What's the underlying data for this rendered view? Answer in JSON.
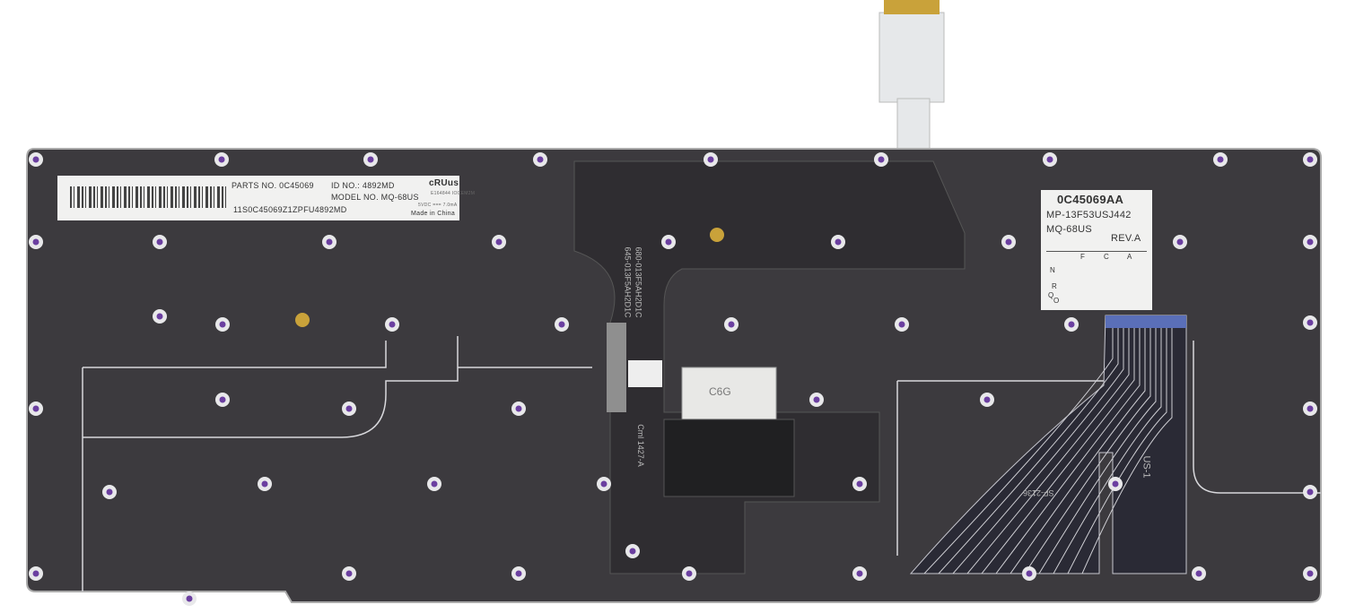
{
  "product_label": {
    "parts_no": "PARTS NO. 0C45069",
    "id_no": "ID NO.: 4892MD",
    "model_no": "MODEL NO. MQ-68US",
    "serial": "11S0C45069Z1ZPFU4892MD",
    "cert_mark": "cRUus",
    "cert_codes": "E164844 IOCEM2M",
    "rating": "5VDC === 7.0mA",
    "origin": "Made in China"
  },
  "rev_label": {
    "part": "0C45069AA",
    "mp": "MP-13F53USJ442",
    "model": "MQ-68US",
    "rev": "REV.A",
    "columns": [
      "F",
      "C",
      "A"
    ],
    "rows": [
      "N",
      "R",
      "Q",
      "O"
    ]
  },
  "silkscreen": {
    "flex_code_1": "645-013F5AH2D1C",
    "flex_code_2": "680-013F5AH2D1C",
    "chip_mark": "C6G",
    "date_code": "Cml 1427-A",
    "layout": "US-1",
    "part_ref": "SF-2136"
  },
  "colors": {
    "plate": "#3c3a3e",
    "label": "#f1f1f0",
    "trace": "#d8d8dc",
    "screw_ring": "#e8e8ea",
    "screw_inner": "#6b3fa0"
  }
}
